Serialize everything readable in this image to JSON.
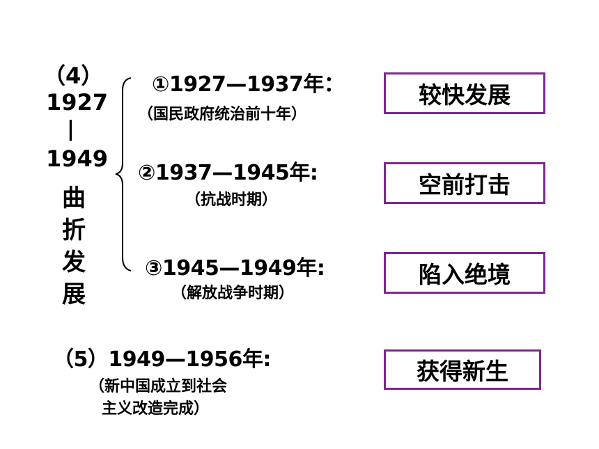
{
  "left": {
    "num": "（4）",
    "year_start": "1927",
    "separator": "|",
    "year_end": "1949",
    "vertical_title": [
      "曲",
      "折",
      "发",
      "展"
    ]
  },
  "periods": [
    {
      "heading": "①1927—1937年：",
      "note": "（国民政府统治前十年）",
      "box": "较快发展"
    },
    {
      "heading": "②1937—1945年:",
      "note": "（抗战时期）",
      "box": "空前打击"
    },
    {
      "heading": "③1945—1949年:",
      "note": "（解放战争时期）",
      "box": "陷入绝境"
    }
  ],
  "section5": {
    "heading": "（5）1949—1956年:",
    "note_line1": "（新中国成立到社会",
    "note_line2": "主义改造完成）",
    "box": "获得新生"
  },
  "colors": {
    "box_border": "#7a2a8a"
  }
}
